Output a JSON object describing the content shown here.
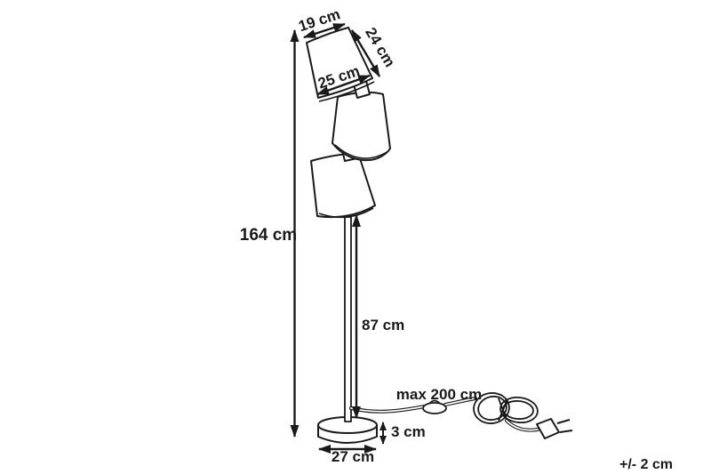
{
  "canvas": {
    "background": "#ffffff",
    "line_color": "#1a1a1a"
  },
  "diagram": {
    "labels": {
      "total_height": "164 cm",
      "shade_top_width": "19 cm",
      "shade_slant_height": "24 cm",
      "shade_bottom_width": "25 cm",
      "pole_height": "87 cm",
      "cord_length": "max 200 cm",
      "base_height": "3 cm",
      "base_diameter": "27 cm",
      "tolerance": "+/- 2 cm"
    }
  }
}
